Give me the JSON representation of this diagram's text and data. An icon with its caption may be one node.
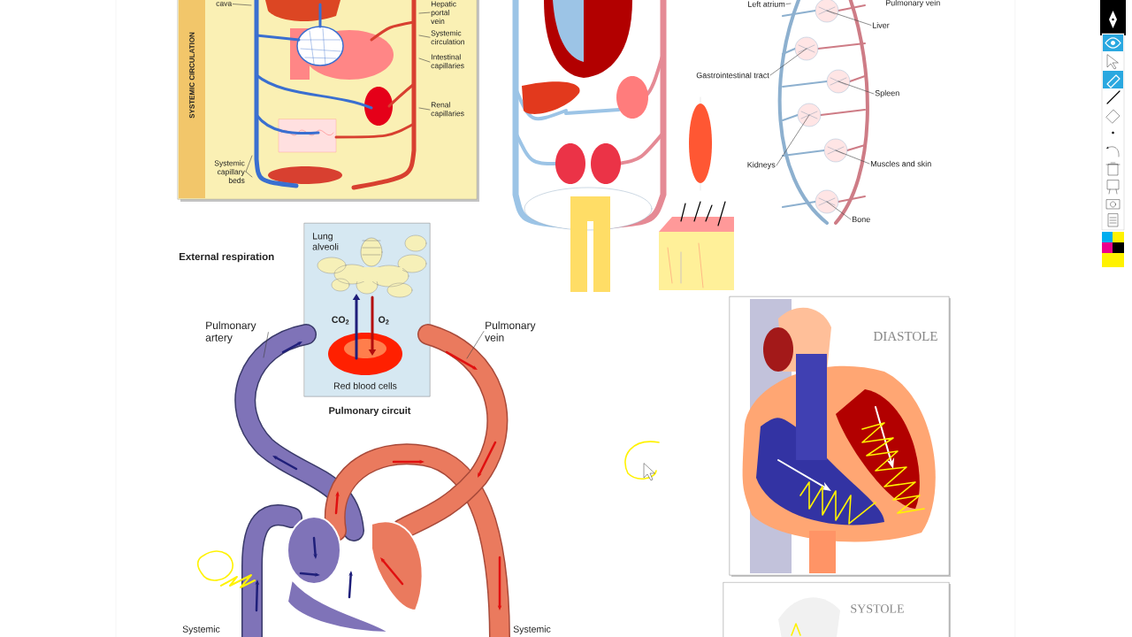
{
  "diagram": {
    "nodes": [
      {
        "text": [
          "SYSTEMIC CIRCULATION"
        ]
      },
      {
        "text": [
          "cava"
        ],
        "in": 0
      },
      {
        "text": [
          "Hepatic portal vein"
        ],
        "in": 0
      },
      {
        "text": [
          "Systemic circulation"
        ],
        "in": 0
      },
      {
        "text": [
          "Intestinal capillaries"
        ],
        "in": 0
      },
      {
        "text": [
          "Renal capillaries"
        ],
        "in": 0
      },
      {
        "text": [
          "Systemic capillary beds"
        ],
        "in": 0
      },
      {
        "text": [
          "Left atrium"
        ]
      },
      {
        "text": [
          "Liver"
        ]
      },
      {
        "text": [
          "Gastrointestinal tract"
        ]
      },
      {
        "text": [
          "Spleen"
        ]
      },
      {
        "text": [
          "Kidneys"
        ]
      },
      {
        "text": [
          "Muscles and skin"
        ]
      },
      {
        "text": [
          "Bone"
        ]
      },
      {
        "text": [
          "Lung alveoli",
          "CO$_{2}$",
          "O$_{2}$",
          "Red blood cells"
        ],
        "beside": [
          "Pulmonary circuit"
        ]
      },
      {
        "text": [
          "Pulmonary artery"
        ]
      },
      {
        "text": [
          "Pulmonary vein"
        ]
      },
      {
        "text": [
          "DIASTOLE"
        ]
      },
      {
        "text": [
          "SYSTOLE"
        ]
      },
      {
        "text": [],
        "shape": "circle"
      },
      {
        "text": [],
        "shape": "circle"
      },
      {
        "text": [],
        "shape": "circle"
      },
      {
        "text": [],
        "shape": "circle"
      },
      {
        "text": [],
        "shape": "circle"
      },
      {
        "text": [],
        "shape": "circle"
      }
    ],
    "edges": [
      {
        "from": 1,
        "to": null,
        "arrow": "none"
      },
      {
        "from": 2,
        "to": null,
        "arrow": "none"
      },
      {
        "from": 3,
        "to": null,
        "arrow": "none"
      },
      {
        "from": 4,
        "to": null,
        "arrow": "none"
      },
      {
        "from": 5,
        "to": null,
        "arrow": "none"
      },
      {
        "from": 6,
        "to": null,
        "arrow": "none"
      },
      {
        "from": 6,
        "to": null,
        "arrow": "none"
      },
      {
        "from": 7,
        "to": null,
        "arrow": "none"
      },
      {
        "from": 8,
        "to": 19,
        "arrow": "none"
      },
      {
        "from": 9,
        "to": 20,
        "arrow": "none"
      },
      {
        "from": 10,
        "to": 21,
        "arrow": "none"
      },
      {
        "from": 11,
        "to": 22,
        "arrow": "none"
      },
      {
        "from": 12,
        "to": 23,
        "arrow": "none"
      },
      {
        "from": 13,
        "to": 24,
        "arrow": "none"
      },
      {
        "from": 15,
        "to": null,
        "arrow": "none"
      },
      {
        "from": 16,
        "to": null,
        "arrow": "none"
      }
    ],
    "labels": [
      "Pulmonary vein",
      "External respiration",
      "Systemic",
      "Systemic"
    ]
  }
}
